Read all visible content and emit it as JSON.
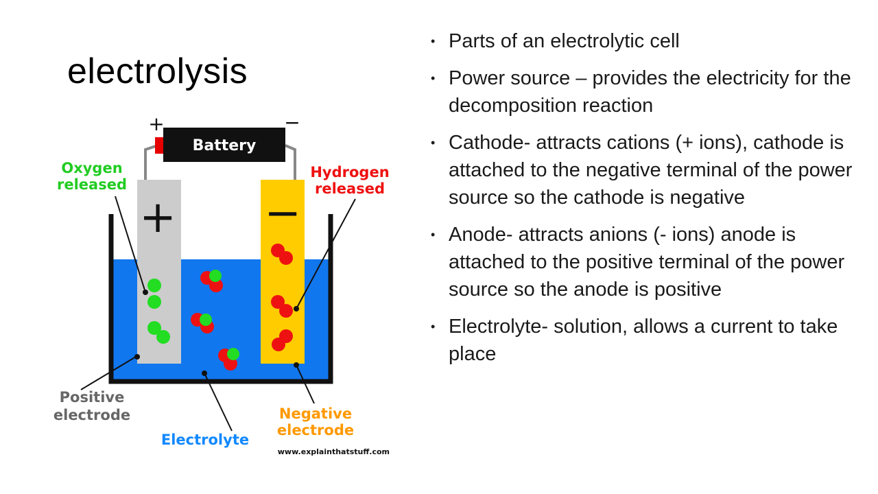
{
  "slide": {
    "title": "electrolysis",
    "bullets": [
      "Parts of an electrolytic cell",
      "Power source – provides the electricity for the decomposition reaction",
      "Cathode- attracts cations (+ ions), cathode is attached to the negative terminal of the power source so the cathode is negative",
      "Anode- attracts anions (- ions) anode is attached to the positive terminal of the power source so the anode is positive",
      "Electrolyte- solution, allows a current to take place"
    ]
  },
  "diagram": {
    "battery_label": "Battery",
    "plus_terminal": "+",
    "minus_terminal": "−",
    "anode_sign": "+",
    "cathode_sign": "−",
    "oxygen_label_line1": "Oxygen",
    "oxygen_label_line2": "released",
    "hydrogen_label_line1": "Hydrogen",
    "hydrogen_label_line2": "released",
    "positive_electrode_line1": "Positive",
    "positive_electrode_line2": "electrode",
    "negative_electrode_line1": "Negative",
    "negative_electrode_line2": "electrode",
    "electrolyte_label": "Electrolyte",
    "credit": "www.explainthatstuff.com",
    "colors": {
      "electrolyte": "#1177ee",
      "anode": "#cccccc",
      "cathode": "#ffcc00",
      "oxygen": "#22dd22",
      "hydrogen": "#ee1111",
      "battery": "#111111",
      "oxygen_label": "#22cc22",
      "hydrogen_label": "#ee1111",
      "negative_label": "#ff9900",
      "electrolyte_label": "#1188ff",
      "gray_label": "#666666"
    }
  }
}
